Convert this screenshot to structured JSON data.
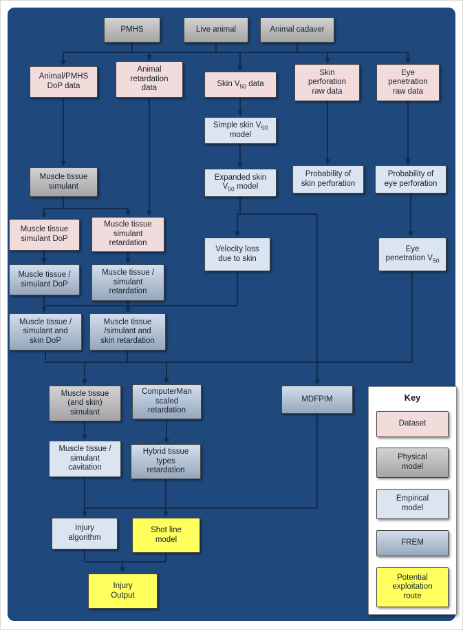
{
  "colors": {
    "background": "#1f497d",
    "arrow": "#122c4e",
    "dataset": "#f2dcdb",
    "physical_model": "#bfbfbf",
    "empirical_model": "#dbe5f1",
    "frem": "#b8cce4",
    "potential_route": "#ffff5e"
  },
  "nodes": {
    "pmhs": {
      "label": "PMHS"
    },
    "live_animal": {
      "label": "Live animal"
    },
    "animal_cadaver": {
      "label": "Animal cadaver"
    },
    "animal_pmhs_dop": {
      "label": "Animal/PMHS\nDoP data"
    },
    "animal_retardation": {
      "label": "Animal\nretardation\ndata"
    },
    "skin_v50_data": {
      "pre": "Skin V",
      "sub": "50",
      "post": " data"
    },
    "skin_perf_raw": {
      "label": "Skin\nperforation\nraw data"
    },
    "eye_pen_raw": {
      "label": "Eye\npenetration\nraw data"
    },
    "simple_skin_model": {
      "pre": "Simple skin V",
      "sub": "50",
      "post": "\nmodel"
    },
    "muscle_simulant": {
      "label": "Muscle tissue\nsimulant"
    },
    "expanded_skin_model": {
      "pre": "Expanded skin\nV",
      "sub": "50",
      "post": " model"
    },
    "prob_skin_perf": {
      "label": "Probability of\nskin perforation"
    },
    "prob_eye_perf": {
      "label": "Probability of\neye perforation"
    },
    "mts_dop": {
      "label": "Muscle tissue\nsimulant DoP"
    },
    "mts_retardation": {
      "label": "Muscle tissue\nsimulant\nretardation"
    },
    "velocity_loss": {
      "label": "Velocity loss\ndue to skin"
    },
    "eye_pen_v50": {
      "pre": "Eye\npenetration V",
      "sub": "50"
    },
    "mt_sim_dop": {
      "label": "Muscle tissue /\nsimulant DoP"
    },
    "mt_sim_ret": {
      "label": "Muscle tissue /\nsimulant\nretardation"
    },
    "mt_sim_skin_dop": {
      "label": "Muscle tissue /\nsimulant and\nskin DoP"
    },
    "mt_sim_skin_ret": {
      "label": "Muscle tissue\n/simulant and\nskin retardation"
    },
    "mt_skin_simulant": {
      "label": "Muscle tissue\n(and skin)\nsimulant"
    },
    "computerman": {
      "label": "ComputerMan\nscaled\nretardation"
    },
    "mdfpim": {
      "label": "MDFPIM"
    },
    "mt_sim_cavitation": {
      "label": "Muscle tissue /\nsimulant\ncavitation"
    },
    "hybrid_tissue": {
      "label": "Hybrid tissue\ntypes\nretardation"
    },
    "injury_algorithm": {
      "label": "Injury\nalgorithm"
    },
    "shot_line_model": {
      "label": "Shot line\nmodel"
    },
    "injury_output": {
      "label": "Injury\nOutput"
    }
  },
  "key": {
    "title": "Key",
    "items": [
      {
        "label": "Dataset",
        "type": "dataset"
      },
      {
        "label": "Physical\nmodel",
        "type": "physical_model"
      },
      {
        "label": "Empirical\nmodel",
        "type": "empirical_model"
      },
      {
        "label": "FREM",
        "type": "frem"
      },
      {
        "label": "Potential\nexploitation\nroute",
        "type": "potential_route"
      }
    ]
  }
}
